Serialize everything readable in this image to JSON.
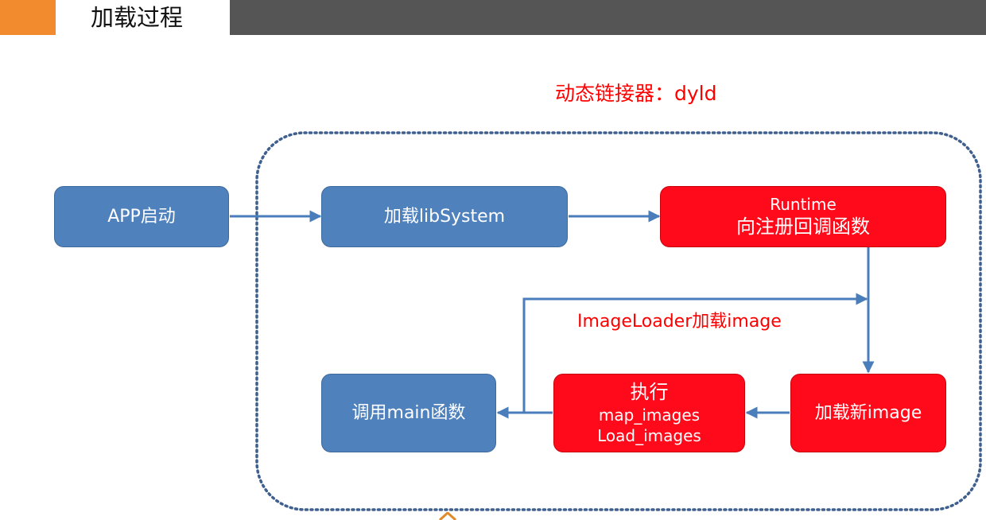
{
  "header": {
    "title": "加载过程",
    "accent_color": "#f28a2e",
    "bar_color": "#555555"
  },
  "colors": {
    "blue_node": "#4f81bd",
    "red_node": "#ff0a1a",
    "edge": "#4a7ebb",
    "container_border": "#3f5f8f",
    "label_red": "#ff0000",
    "background": "#ffffff"
  },
  "diagram": {
    "container_label": "动态链接器：dyld",
    "loop_label": "ImageLoader加载image",
    "nodes": {
      "app_start": {
        "label": "APP启动"
      },
      "load_libsystem": {
        "label": "加载libSystem"
      },
      "runtime_register": {
        "line1": "Runtime",
        "line2": "向注册回调函数"
      },
      "load_new_image": {
        "label": "加载新image"
      },
      "execute": {
        "title": "执行",
        "line1": "map_images",
        "line2": "Load_images"
      },
      "call_main": {
        "label": "调用main函数"
      }
    },
    "edges": [
      {
        "from": "app_start",
        "to": "load_libsystem"
      },
      {
        "from": "load_libsystem",
        "to": "runtime_register"
      },
      {
        "from": "runtime_register",
        "to": "load_new_image"
      },
      {
        "from": "load_new_image",
        "to": "execute"
      },
      {
        "from": "execute",
        "to": "call_main"
      },
      {
        "from": "execute",
        "to": "load_new_image",
        "label": "ImageLoader加载image"
      }
    ]
  }
}
